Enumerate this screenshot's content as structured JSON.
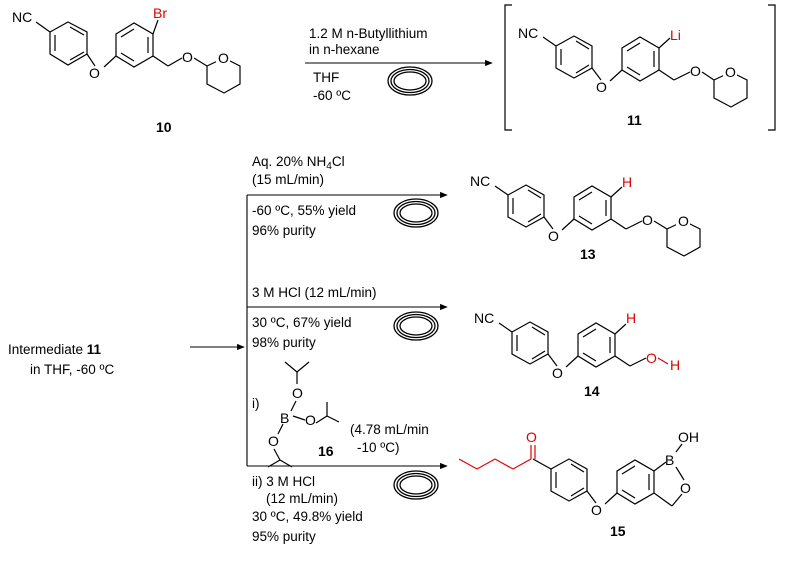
{
  "compounds": {
    "c10": "10",
    "c11": "11",
    "c13": "13",
    "c14": "14",
    "c15": "15",
    "c16": "16"
  },
  "atoms": {
    "nc": "NC",
    "o": "O",
    "br": "Br",
    "li": "Li",
    "h": "H",
    "b": "B",
    "oh": "OH"
  },
  "step1": {
    "reagent_line1": "1.2 M n-Butyllithium",
    "reagent_line2": "in n-hexane",
    "solvent": "THF",
    "temp": "-60 ºC"
  },
  "intermediate": {
    "line1_prefix": "Intermediate ",
    "line1_num": "11",
    "line2": "in THF, -60 ºC"
  },
  "branch_a": {
    "reagent_prefix": "Aq. 20% NH",
    "reagent_sub": "4",
    "reagent_suffix": "Cl",
    "flow": "(15 mL/min)",
    "cond": "-60 ºC, 55% yield",
    "purity": "96% purity"
  },
  "branch_b": {
    "reagent": "3 M HCl (12 mL/min)",
    "cond": "30 ºC, 67% yield",
    "purity": "98% purity"
  },
  "branch_c": {
    "step_i": "i)",
    "flow1": "(4.78 mL/min",
    "flow2": "-10 ºC)",
    "step_ii": "ii) 3 M HCl",
    "flow3": "(12 mL/min)",
    "cond": "30 ºC, 49.8% yield",
    "purity": "95% purity"
  }
}
